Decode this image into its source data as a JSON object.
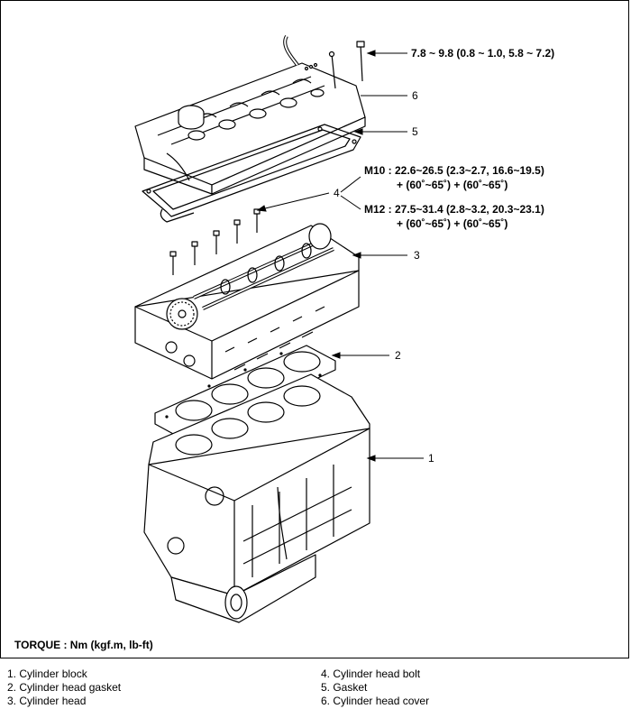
{
  "torque_specs": {
    "bolt_6": "7.8 ~ 9.8 (0.8 ~ 1.0, 5.8 ~ 7.2)",
    "m10_line1": "M10 : 22.6~26.5 (2.3~2.7, 16.6~19.5)",
    "m10_line2": "+ (60˚~65˚) + (60˚~65˚)",
    "m12_line1": "M12 : 27.5~31.4 (2.8~3.2, 20.3~23.1)",
    "m12_line2": "+ (60˚~65˚) + (60˚~65˚)"
  },
  "callouts": [
    "1",
    "2",
    "3",
    "4",
    "5",
    "6"
  ],
  "torque_unit": "TORQUE : Nm (kgf.m, lb-ft)",
  "legend": [
    "1.  Cylinder block",
    "2.  Cylinder head gasket",
    "3.  Cylinder head",
    "4.  Cylinder head bolt",
    "5.  Gasket",
    "6.  Cylinder head cover"
  ]
}
